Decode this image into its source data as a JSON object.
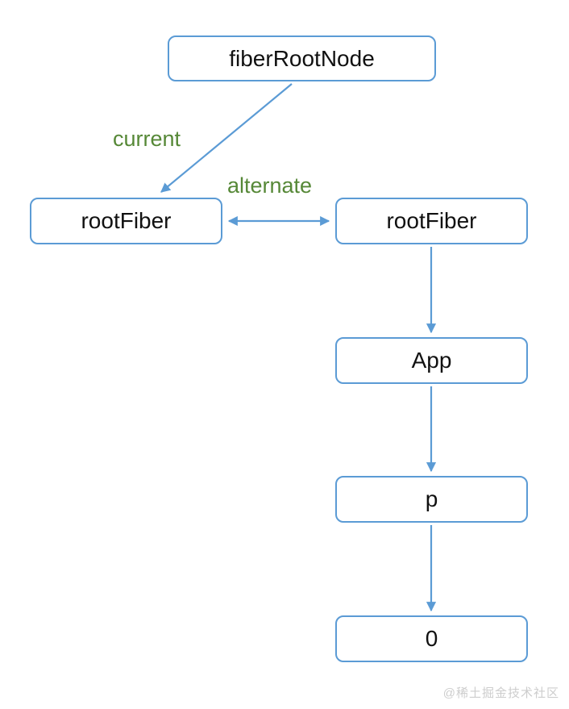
{
  "nodes": {
    "fiberRootNode": {
      "label": "fiberRootNode"
    },
    "rootFiberLeft": {
      "label": "rootFiber"
    },
    "rootFiberRight": {
      "label": "rootFiber"
    },
    "app": {
      "label": "App"
    },
    "p": {
      "label": "p"
    },
    "zero": {
      "label": "0"
    }
  },
  "edges": {
    "current": {
      "label": "current",
      "from": "fiberRootNode",
      "to": "rootFiberLeft",
      "bidirectional": false
    },
    "alternate": {
      "label": "alternate",
      "from": "rootFiberLeft",
      "to": "rootFiberRight",
      "bidirectional": true
    },
    "rootFiberToApp": {
      "label": "",
      "from": "rootFiberRight",
      "to": "app",
      "bidirectional": false
    },
    "appToP": {
      "label": "",
      "from": "app",
      "to": "p",
      "bidirectional": false
    },
    "pToZero": {
      "label": "",
      "from": "p",
      "to": "zero",
      "bidirectional": false
    }
  },
  "watermark": "@稀土掘金技术社区",
  "colors": {
    "accent_blue": "#5B9BD5",
    "label_green": "#568837",
    "text_black": "#111111",
    "watermark_gray": "#CDCDCD"
  }
}
